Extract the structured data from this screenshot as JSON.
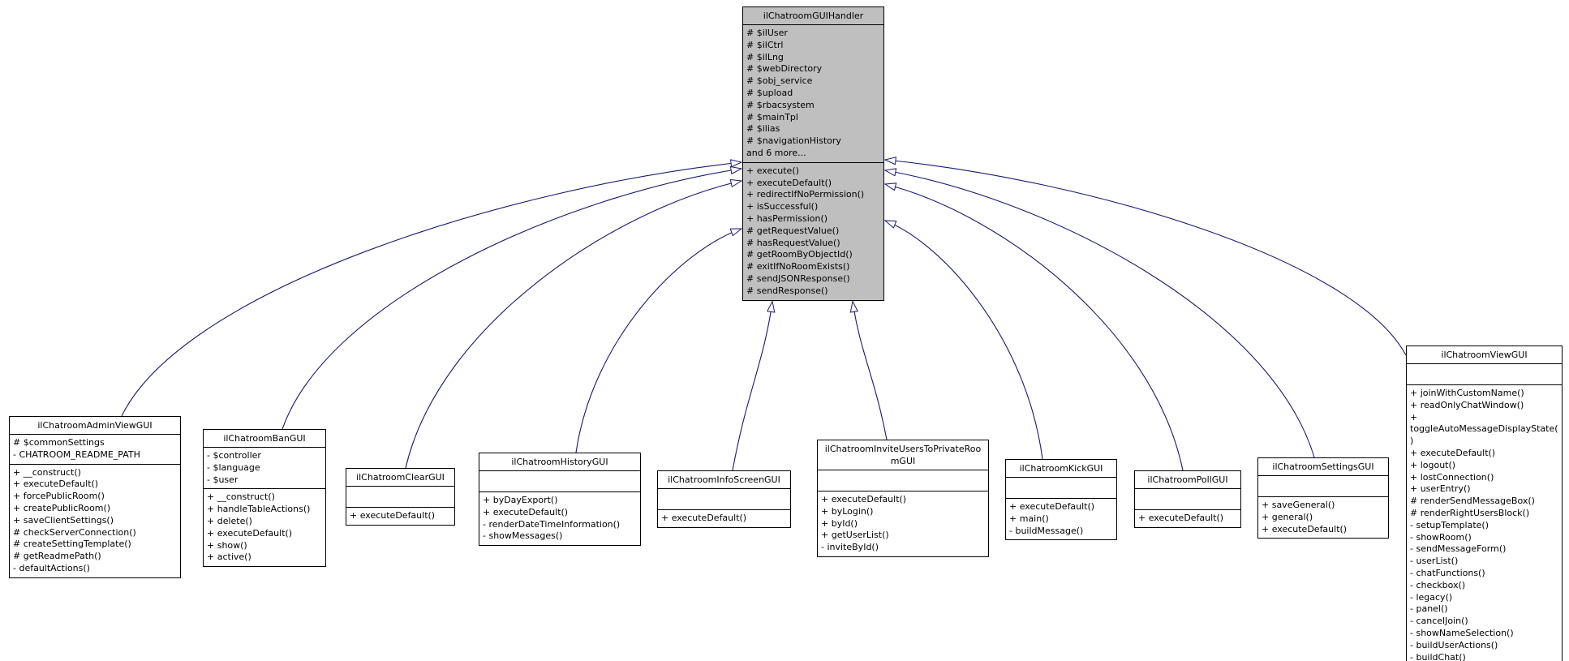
{
  "diagram": {
    "title": "ilChatroomGUIHandler inheritance diagram",
    "colors": {
      "edge": "#191970",
      "base_fill": "#bfbfbf",
      "subclass_fill": "#ffffff",
      "box_border": "#000000"
    },
    "base_class": {
      "name": "ilChatroomGUIHandler",
      "attributes": [
        "# $ilUser",
        "# $ilCtrl",
        "# $ilLng",
        "# $webDirectory",
        "# $obj_service",
        "# $upload",
        "# $rbacsystem",
        "# $mainTpl",
        "# $ilias",
        "# $navigationHistory",
        "and 6 more..."
      ],
      "methods": [
        "+ execute()",
        "+ executeDefault()",
        "+ redirectIfNoPermission()",
        "+ isSuccessful()",
        "+ hasPermission()",
        "# getRequestValue()",
        "# hasRequestValue()",
        "# getRoomByObjectId()",
        "# exitIfNoRoomExists()",
        "# sendJSONResponse()",
        "# sendResponse()"
      ]
    },
    "subclasses": [
      {
        "name": "ilChatroomAdminViewGUI",
        "attributes": [
          "# $commonSettings",
          "- CHATROOM_README_PATH"
        ],
        "methods": [
          "+ __construct()",
          "+ executeDefault()",
          "+ forcePublicRoom()",
          "+ createPublicRoom()",
          "+ saveClientSettings()",
          "# checkServerConnection()",
          "# createSettingTemplate()",
          "# getReadmePath()",
          "- defaultActions()"
        ]
      },
      {
        "name": "ilChatroomBanGUI",
        "attributes": [
          "- $controller",
          "- $language",
          "- $user"
        ],
        "methods": [
          "+ __construct()",
          "+ handleTableActions()",
          "+ delete()",
          "+ executeDefault()",
          "+ show()",
          "+ active()"
        ]
      },
      {
        "name": "ilChatroomClearGUI",
        "attributes": [],
        "methods": [
          "+ executeDefault()"
        ]
      },
      {
        "name": "ilChatroomHistoryGUI",
        "attributes": [],
        "methods": [
          "+ byDayExport()",
          "+ executeDefault()",
          "- renderDateTimeInformation()",
          "- showMessages()"
        ]
      },
      {
        "name": "ilChatroomInfoScreenGUI",
        "attributes": [],
        "methods": [
          "+ executeDefault()"
        ]
      },
      {
        "name": "ilChatroomInviteUsersToPrivateRoomGUI",
        "attributes": [],
        "methods": [
          "+ executeDefault()",
          "+ byLogin()",
          "+ byId()",
          "+ getUserList()",
          "- inviteById()"
        ]
      },
      {
        "name": "ilChatroomKickGUI",
        "attributes": [],
        "methods": [
          "+ executeDefault()",
          "+ main()",
          "- buildMessage()"
        ]
      },
      {
        "name": "ilChatroomPollGUI",
        "attributes": [],
        "methods": [
          "+ executeDefault()"
        ]
      },
      {
        "name": "ilChatroomSettingsGUI",
        "attributes": [],
        "methods": [
          "+ saveGeneral()",
          "+ general()",
          "+ executeDefault()"
        ]
      },
      {
        "name": "ilChatroomViewGUI",
        "attributes": [],
        "methods": [
          "+ joinWithCustomName()",
          "+ readOnlyChatWindow()",
          "+ toggleAutoMessageDisplayState()",
          "+ executeDefault()",
          "+ logout()",
          "+ lostConnection()",
          "+ userEntry()",
          "# renderSendMessageBox()",
          "# renderRightUsersBlock()",
          "- setupTemplate()",
          "- showRoom()",
          "- sendMessageForm()",
          "- userList()",
          "- chatFunctions()",
          "- checkbox()",
          "- legacy()",
          "- panel()",
          "- cancelJoin()",
          "- showNameSelection()",
          "- buildUserActions()",
          "- buildChat()"
        ]
      }
    ],
    "relations": [
      {
        "child": "ilChatroomAdminViewGUI",
        "parent": "ilChatroomGUIHandler",
        "type": "inheritance"
      },
      {
        "child": "ilChatroomBanGUI",
        "parent": "ilChatroomGUIHandler",
        "type": "inheritance"
      },
      {
        "child": "ilChatroomClearGUI",
        "parent": "ilChatroomGUIHandler",
        "type": "inheritance"
      },
      {
        "child": "ilChatroomHistoryGUI",
        "parent": "ilChatroomGUIHandler",
        "type": "inheritance"
      },
      {
        "child": "ilChatroomInfoScreenGUI",
        "parent": "ilChatroomGUIHandler",
        "type": "inheritance"
      },
      {
        "child": "ilChatroomInviteUsersToPrivateRoomGUI",
        "parent": "ilChatroomGUIHandler",
        "type": "inheritance"
      },
      {
        "child": "ilChatroomKickGUI",
        "parent": "ilChatroomGUIHandler",
        "type": "inheritance"
      },
      {
        "child": "ilChatroomPollGUI",
        "parent": "ilChatroomGUIHandler",
        "type": "inheritance"
      },
      {
        "child": "ilChatroomSettingsGUI",
        "parent": "ilChatroomGUIHandler",
        "type": "inheritance"
      },
      {
        "child": "ilChatroomViewGUI",
        "parent": "ilChatroomGUIHandler",
        "type": "inheritance"
      }
    ]
  }
}
